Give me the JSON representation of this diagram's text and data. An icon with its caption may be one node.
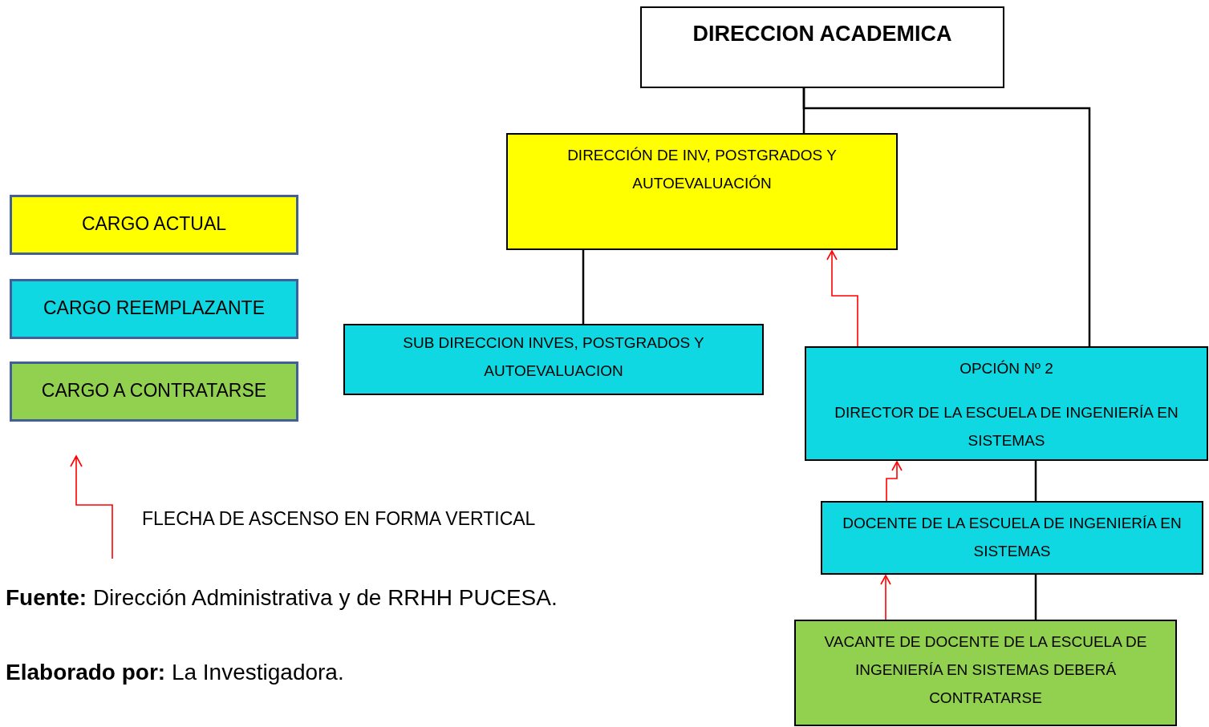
{
  "diagram": {
    "nodes": [
      {
        "text": [
          "DIRECCION ACADEMICA"
        ]
      },
      {
        "text": [
          "DIRECCIÓN DE INV, POSTGRADOS Y AUTOEVALUACIÓN"
        ]
      },
      {
        "text": [
          "SUB DIRECCION INVES, POSTGRADOS Y AUTOEVALUACION"
        ]
      },
      {
        "text": [
          "OPCIÓN Nº 2",
          "DIRECTOR DE LA ESCUELA DE INGENIERÍA EN SISTEMAS"
        ]
      },
      {
        "text": [
          "DOCENTE DE LA ESCUELA DE INGENIERÍA EN SISTEMAS"
        ]
      },
      {
        "text": [
          "VACANTE DE DOCENTE DE LA ESCUELA DE INGENIERÍA EN SISTEMAS DEBERÁ CONTRATARSE"
        ]
      }
    ],
    "edges": [
      {
        "from": 0,
        "to": 1,
        "arrow": "none"
      },
      {
        "from": 0,
        "to": 3,
        "arrow": "none"
      },
      {
        "from": 1,
        "to": 2,
        "arrow": "none"
      },
      {
        "from": 3,
        "to": 4,
        "arrow": "none"
      },
      {
        "from": 4,
        "to": 5,
        "arrow": "none"
      },
      {
        "from": 3,
        "to": 1,
        "arrow": "to",
        "color": "#ff0000"
      },
      {
        "from": 4,
        "to": 3,
        "arrow": "to",
        "color": "#ff0000"
      },
      {
        "from": 5,
        "to": 4,
        "arrow": "to",
        "color": "#ff0000"
      }
    ],
    "labels": [
      "**Fuente:** Dirección Administrativa y de RRHH PUCESA.",
      "**Elaborado por:** La Investigadora."
    ],
    "legend": [
      {
        "text": "CARGO ACTUAL",
        "color": "#ffff00"
      },
      {
        "text": "CARGO REEMPLAZANTE",
        "color": "#0fd8e3"
      },
      {
        "text": "CARGO A CONTRATARSE",
        "color": "#92d050"
      },
      {
        "text": "FLECHA DE ASCENSO EN FORMA VERTICAL"
      }
    ]
  }
}
